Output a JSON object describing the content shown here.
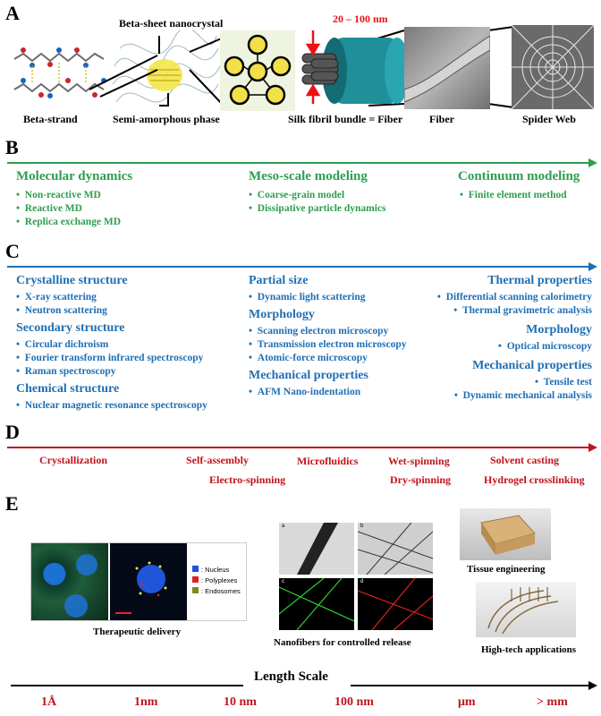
{
  "panel_a": {
    "letter": "A",
    "beta_sheet_label": "Beta-sheet nanocrystal",
    "size_label": "20 – 100 nm",
    "beta_strand_label": "Beta-strand",
    "semi_amorphous_label": "Semi-amorphous phase",
    "bundle_label": "Silk fibril bundle = Fiber",
    "fiber_label": "Fiber",
    "web_label": "Spider Web"
  },
  "panel_b": {
    "letter": "B",
    "columns": [
      {
        "title": "Molecular dynamics",
        "items": [
          "Non-reactive MD",
          "Reactive MD",
          "Replica exchange MD"
        ]
      },
      {
        "title": "Meso-scale modeling",
        "items": [
          "Coarse-grain model",
          "Dissipative particle dynamics"
        ]
      },
      {
        "title": "Continuum modeling",
        "items": [
          "Finite element method"
        ]
      }
    ]
  },
  "panel_c": {
    "letter": "C",
    "left": [
      {
        "title": "Crystalline structure",
        "items": [
          "X-ray scattering",
          "Neutron scattering"
        ]
      },
      {
        "title": "Secondary structure",
        "items": [
          "Circular dichroism",
          "Fourier transform infrared spectroscopy",
          "Raman spectroscopy"
        ]
      },
      {
        "title": "Chemical structure",
        "items": [
          "Nuclear magnetic resonance spectroscopy"
        ]
      }
    ],
    "middle": [
      {
        "title": "Partial size",
        "items": [
          "Dynamic light scattering"
        ]
      },
      {
        "title": "Morphology",
        "items": [
          "Scanning electron microscopy",
          "Transmission electron microscopy",
          "Atomic-force microscopy"
        ]
      },
      {
        "title": "Mechanical properties",
        "items": [
          "AFM Nano-indentation"
        ]
      }
    ],
    "right": [
      {
        "title": "Thermal properties",
        "items": [
          "Differential scanning calorimetry",
          "Thermal gravimetric analysis"
        ]
      },
      {
        "title": "Morphology",
        "items": [
          "Optical microscopy"
        ]
      },
      {
        "title": "Mechanical properties",
        "items": [
          "Tensile test",
          "Dynamic mechanical analysis"
        ]
      }
    ]
  },
  "panel_d": {
    "letter": "D",
    "methods": [
      "Crystallization",
      "Self-assembly",
      "Microfluidics",
      "Wet-spinning",
      "Solvent casting",
      "Electro-spinning",
      "Dry-spinning",
      "Hydrogel crosslinking"
    ]
  },
  "panel_e": {
    "letter": "E",
    "legend": [
      ": Nucleus",
      ": Polyplexes",
      ": Endosomes"
    ],
    "therapeutic_caption": "Therapeutic delivery",
    "nanofiber_caption": "Nanofibers for controlled release",
    "nanofiber_subpanels": [
      "a",
      "b",
      "c",
      "d"
    ],
    "tissue_caption": "Tissue engineering",
    "hightech_caption": "High-tech applications"
  },
  "length_scale": {
    "title": "Length Scale",
    "ticks": [
      "1Å",
      "1nm",
      "10 nm",
      "100 nm",
      "μm",
      "> mm"
    ]
  },
  "colors": {
    "green": "#2e9e4f",
    "blue": "#1f6fb3",
    "red": "#c0141c"
  }
}
